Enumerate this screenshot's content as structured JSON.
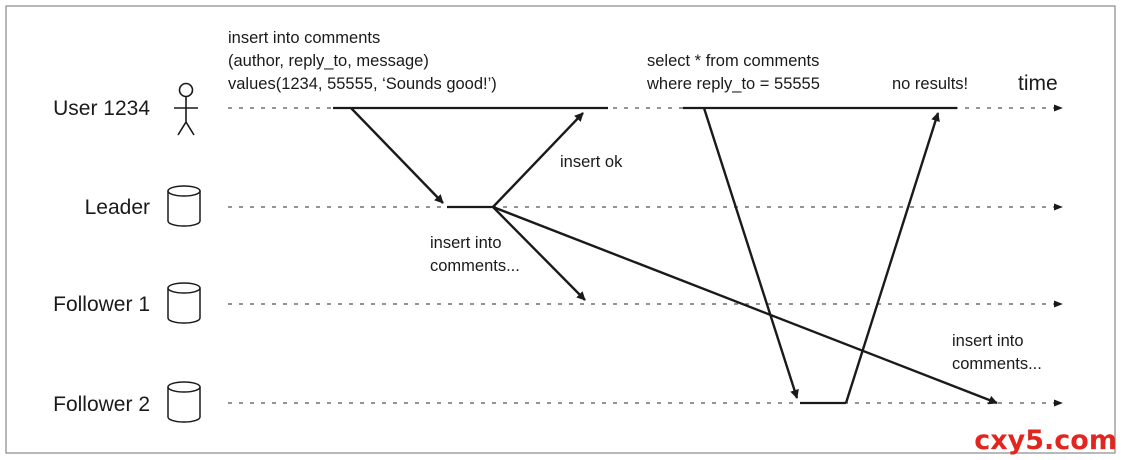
{
  "lanes": {
    "user": "User 1234",
    "leader": "Leader",
    "follower1": "Follower 1",
    "follower2": "Follower 2"
  },
  "icons": {
    "user": "person-icon",
    "leader": "database-icon",
    "follower1": "database-icon",
    "follower2": "database-icon"
  },
  "time_label": "time",
  "notes": {
    "insert_query": [
      "insert into comments",
      "(author, reply_to, message)",
      "values(1234, 55555, ‘Sounds good!’)"
    ],
    "select_query": [
      "select * from comments",
      "where reply_to = 55555"
    ],
    "no_results": "no results!",
    "insert_ok": "insert ok",
    "replicate_f1": [
      "insert into",
      "comments..."
    ],
    "replicate_f2": [
      "insert into",
      "comments..."
    ]
  },
  "watermark": "cxy5.com",
  "colors": {
    "line": "#1a1a1a",
    "dashed": "#555555",
    "frame": "#888888",
    "watermark": "#e0261e"
  }
}
